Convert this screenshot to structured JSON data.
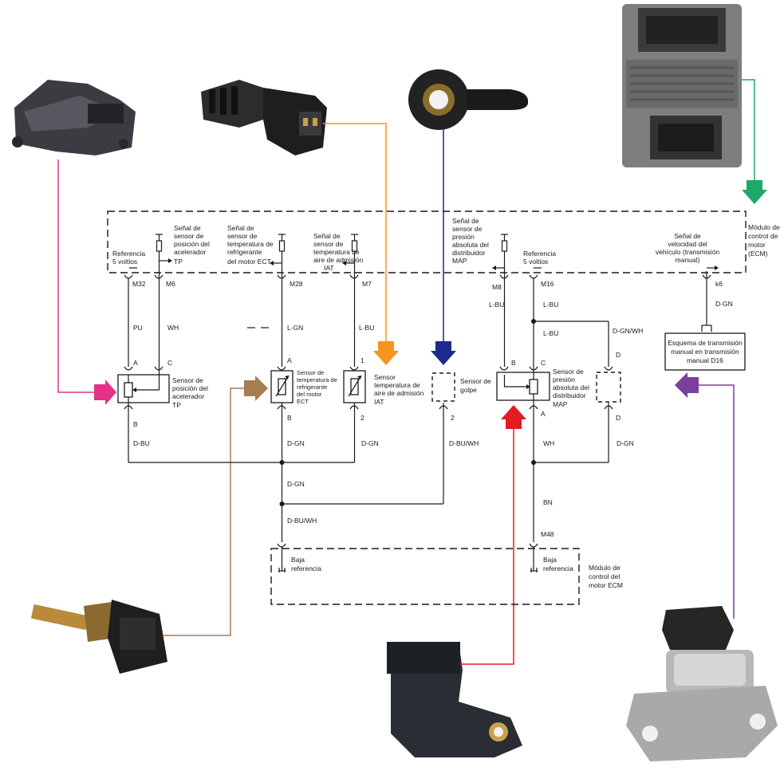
{
  "colors": {
    "magenta": "#e5318a",
    "orange": "#f7941d",
    "navy": "#1d2a8c",
    "green": "#1fa86a",
    "brown": "#a67c52",
    "red": "#e31b23",
    "purple": "#7b3f9e"
  },
  "ecm": {
    "module_label": [
      "Módulo de",
      "control de",
      "motor",
      "(ECM)"
    ],
    "low_module_label": [
      "Módulo de",
      "control del",
      "motor ECM"
    ]
  },
  "signals": {
    "tp": [
      "Referencia",
      "5 voltios"
    ],
    "tp_signal": [
      "Señal de",
      "sensor de",
      "posición del",
      "acelerador",
      "TP"
    ],
    "ect": [
      "Señal de",
      "sensor de",
      "temperatura de",
      "refrigerante",
      "del motor ECT"
    ],
    "iat": [
      "Señal de",
      "sensor de",
      "temperatura de",
      "aire de admisión",
      "IAT"
    ],
    "knock": [
      "Señal de",
      "sensor de",
      "presión",
      "absoluta del",
      "distribuidor",
      "MAP"
    ],
    "map_ref": [
      "Referencia",
      "5 voltios"
    ],
    "vss": [
      "Señal de",
      "velocidad del",
      "vehículo (transmisión",
      "manual)"
    ]
  },
  "pins": {
    "m32": "M32",
    "m6": "M6",
    "m28": "M28",
    "m7": "M7",
    "m8": "M8",
    "m16": "M16",
    "k6": "k6",
    "m48": "M48"
  },
  "wires": {
    "pu": "PU",
    "wh": "WH",
    "lgn": "L-GN",
    "lbu": "L-BU",
    "dbu": "D-BU",
    "dgn": "D-GN",
    "dbuwh": "D-BU/WH",
    "bn": "BN",
    "dgnwh": "D-GN/WH"
  },
  "terminals": {
    "a": "A",
    "b": "B",
    "c": "C",
    "d": "D",
    "one": "1",
    "two": "2"
  },
  "sensors": {
    "tp": [
      "Sensor de",
      "posición del",
      "acelerador",
      "TP"
    ],
    "ect": [
      "Sensor de",
      "temperatura de",
      "refrigerante",
      "del motor",
      "ECT"
    ],
    "iat": [
      "Sensor",
      "temperatura de",
      "aire de admisión",
      "IAT"
    ],
    "knock": [
      "Sensor de",
      "golpe"
    ],
    "map": [
      "Sensor de",
      "presión",
      "absoluta del",
      "distribuidor",
      "MAP"
    ]
  },
  "low_ref": [
    "Baja",
    "referencia"
  ],
  "transmission_box": [
    "Esquema de transmisión",
    "manual en transmisión",
    "manual D16"
  ]
}
